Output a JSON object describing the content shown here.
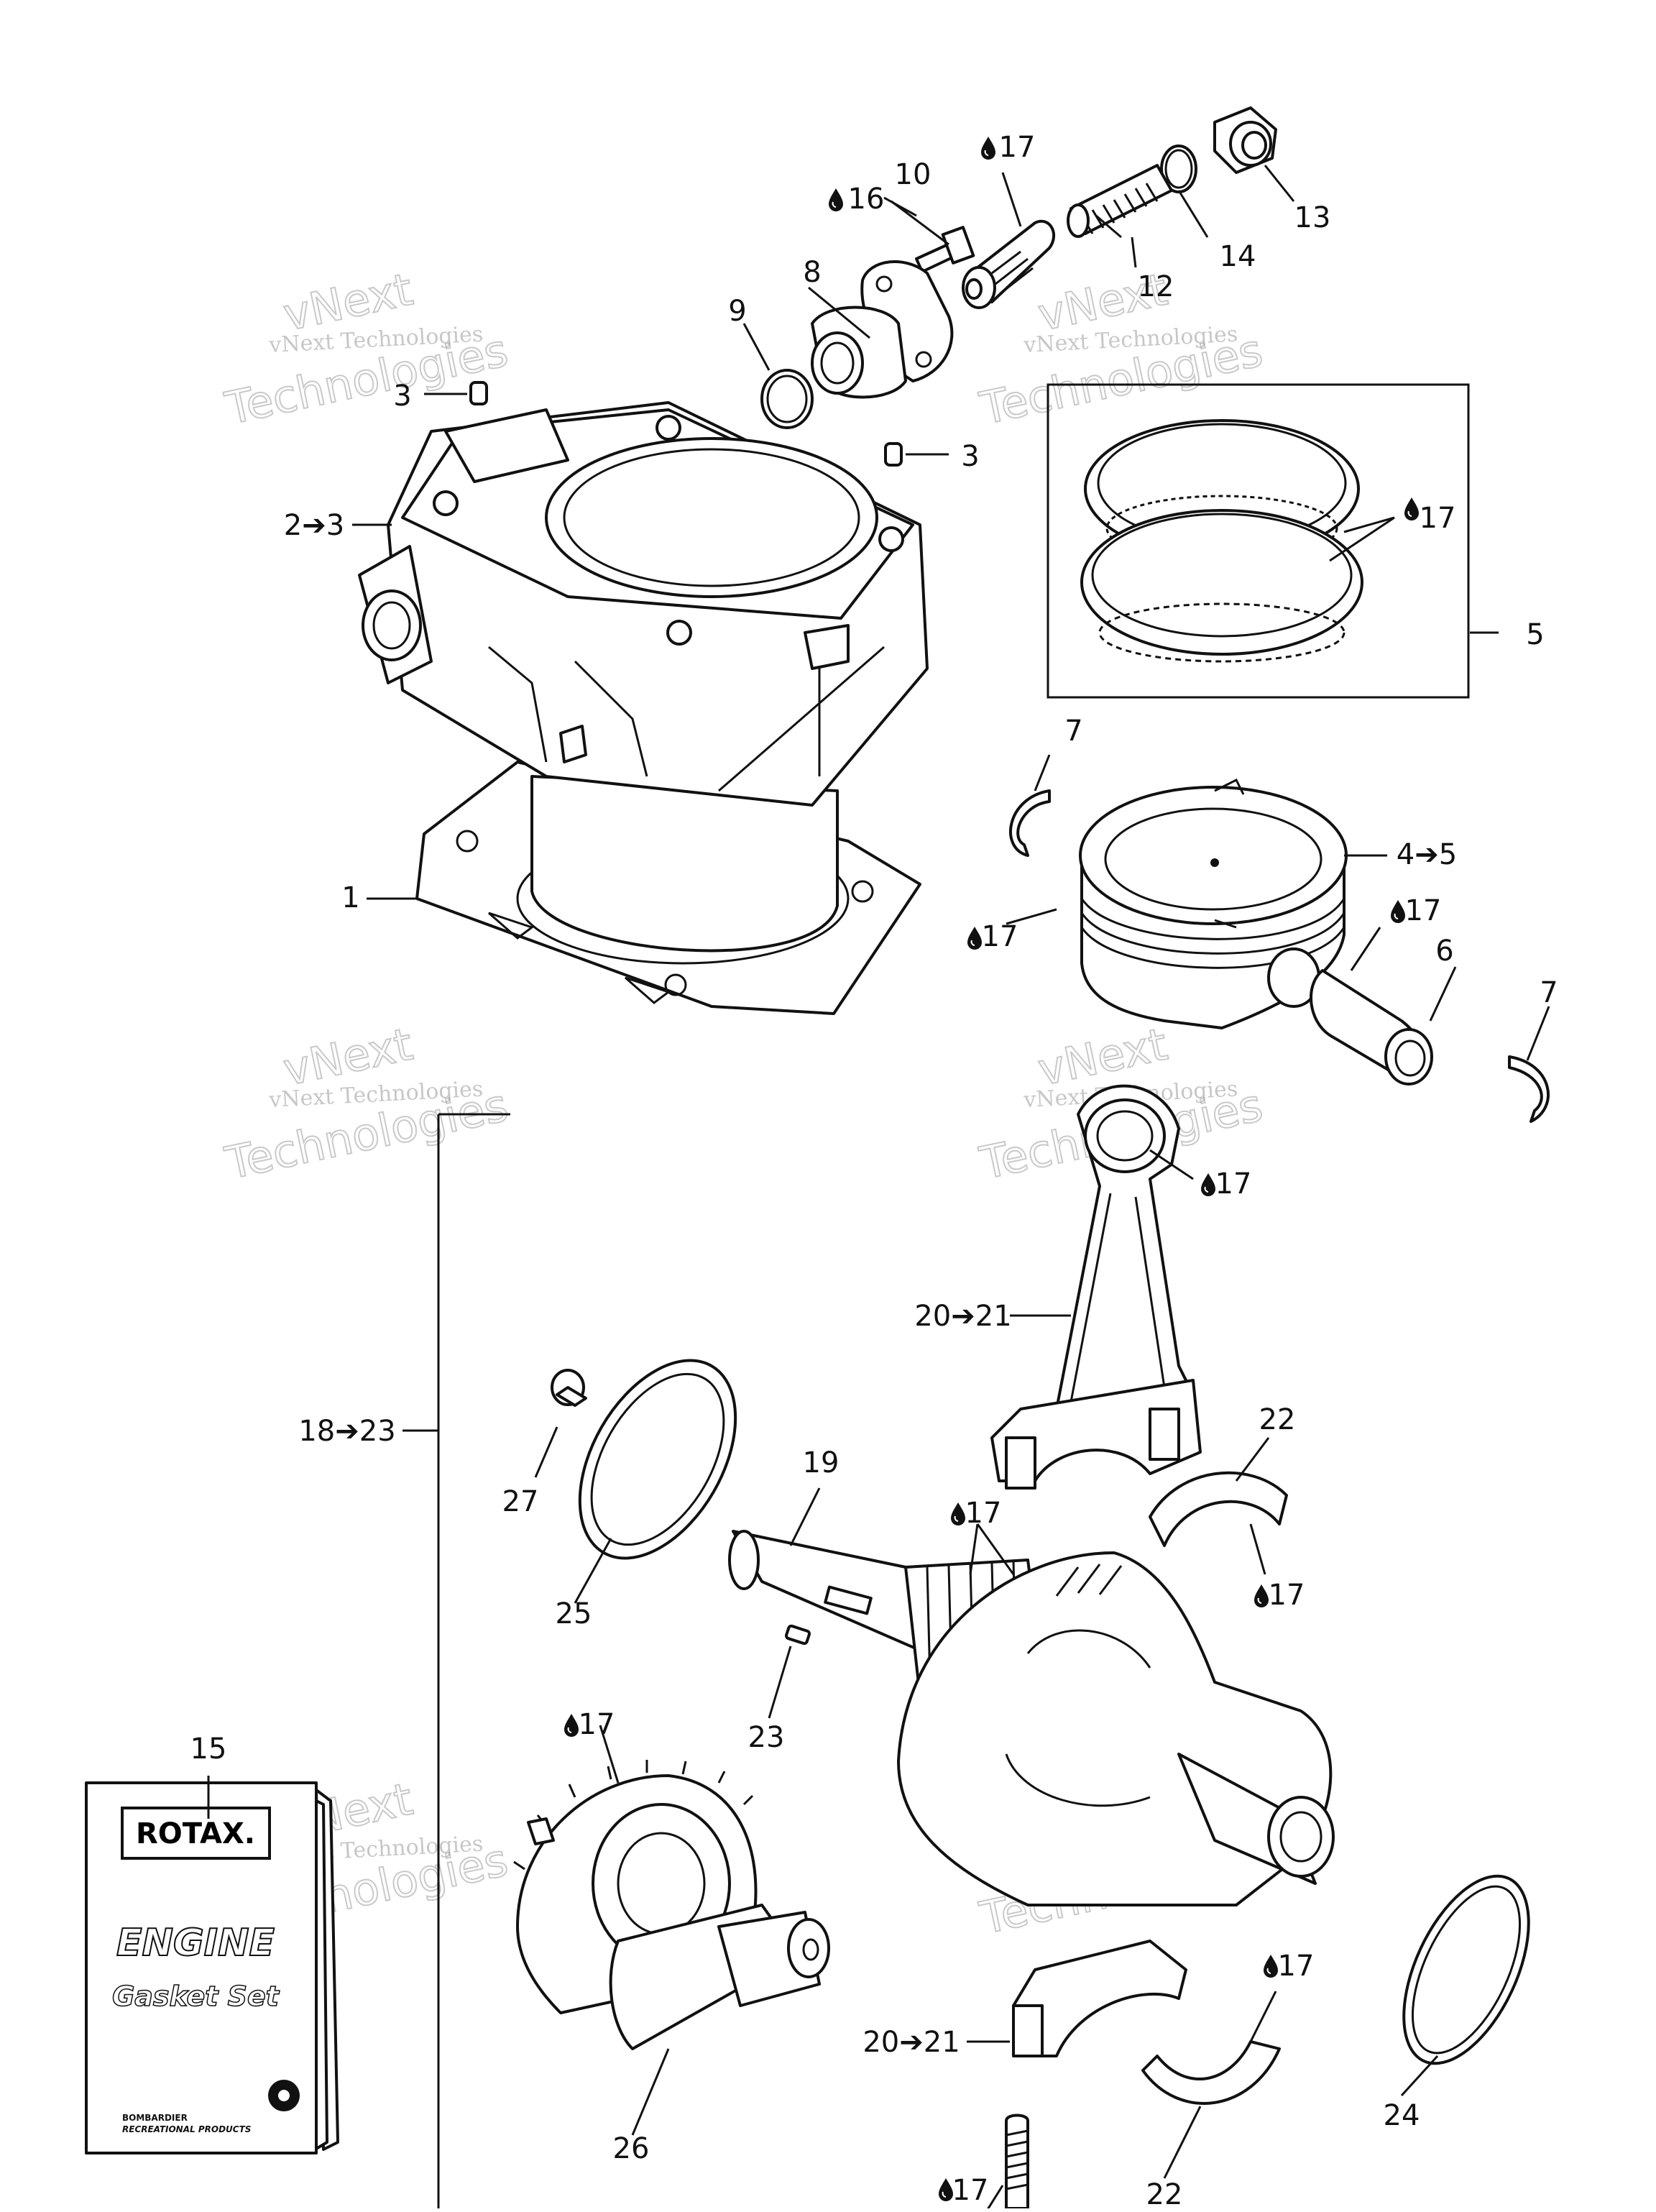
{
  "watermark": {
    "line1": "vNext Technologies",
    "big_top": "vNext",
    "big_bottom": "Technologies"
  },
  "manual": {
    "brand": "ROTAX.",
    "title": "ENGINE",
    "subtitle": "Gasket Set",
    "maker_line1": "BOMBARDIER",
    "maker_line2": "RECREATIONAL PRODUCTS"
  },
  "callouts": [
    {
      "id": "c10",
      "text": "10"
    },
    {
      "id": "c17a",
      "text": "17"
    },
    {
      "id": "c13",
      "text": "13"
    },
    {
      "id": "c16",
      "text": "16"
    },
    {
      "id": "c8",
      "text": "8"
    },
    {
      "id": "c12",
      "text": "12"
    },
    {
      "id": "c14",
      "text": "14"
    },
    {
      "id": "c9",
      "text": "9"
    },
    {
      "id": "c3a",
      "text": "3"
    },
    {
      "id": "c3b",
      "text": "3"
    },
    {
      "id": "c23range",
      "text": "2➔3"
    },
    {
      "id": "c17b",
      "text": "17"
    },
    {
      "id": "c5",
      "text": "5"
    },
    {
      "id": "c7a",
      "text": "7"
    },
    {
      "id": "c45",
      "text": "4➔5"
    },
    {
      "id": "c1",
      "text": "1"
    },
    {
      "id": "c17c",
      "text": "17"
    },
    {
      "id": "c17d",
      "text": "17"
    },
    {
      "id": "c6",
      "text": "6"
    },
    {
      "id": "c7b",
      "text": "7"
    },
    {
      "id": "c17e",
      "text": "17"
    },
    {
      "id": "c2021a",
      "text": "20➔21"
    },
    {
      "id": "c1823",
      "text": "18➔23"
    },
    {
      "id": "c22a",
      "text": "22"
    },
    {
      "id": "c27",
      "text": "27"
    },
    {
      "id": "c19",
      "text": "19"
    },
    {
      "id": "c17f",
      "text": "17"
    },
    {
      "id": "c25",
      "text": "25"
    },
    {
      "id": "c17g",
      "text": "17"
    },
    {
      "id": "c23",
      "text": "23"
    },
    {
      "id": "c15",
      "text": "15"
    },
    {
      "id": "c17h",
      "text": "17"
    },
    {
      "id": "c17i",
      "text": "17"
    },
    {
      "id": "c2021b",
      "text": "20➔21"
    },
    {
      "id": "c24",
      "text": "24"
    },
    {
      "id": "c26",
      "text": "26"
    },
    {
      "id": "c17j",
      "text": "17"
    },
    {
      "id": "c22b",
      "text": "22"
    }
  ]
}
